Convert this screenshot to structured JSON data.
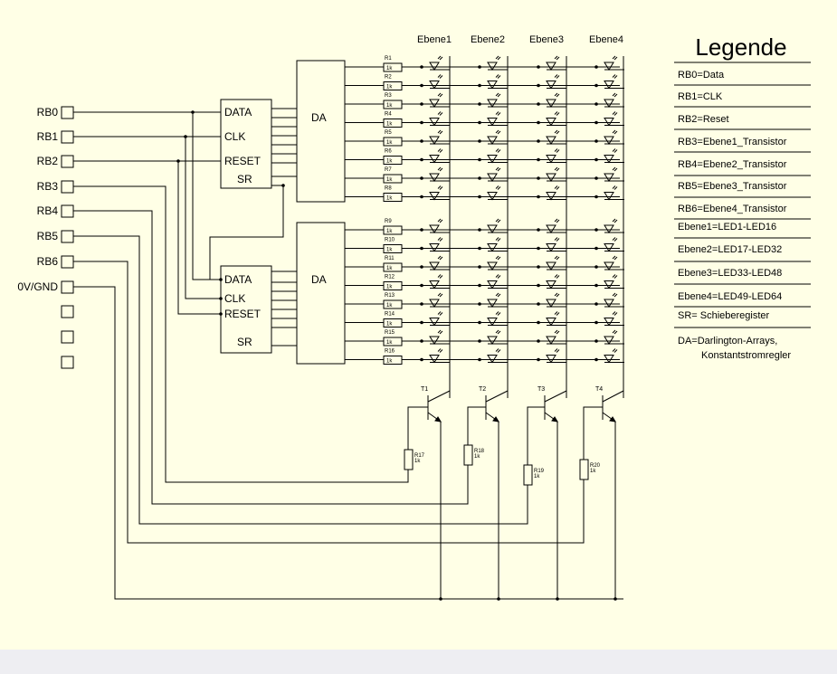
{
  "ports": [
    {
      "label": "RB0"
    },
    {
      "label": "RB1"
    },
    {
      "label": "RB2"
    },
    {
      "label": "RB3"
    },
    {
      "label": "RB4"
    },
    {
      "label": "RB5"
    },
    {
      "label": "RB6"
    },
    {
      "label": "0V/GND"
    },
    {
      "label": ""
    },
    {
      "label": ""
    },
    {
      "label": ""
    }
  ],
  "shift_registers": [
    {
      "pins": [
        "DATA",
        "CLK",
        "RESET",
        "SR"
      ]
    },
    {
      "pins": [
        "DATA",
        "CLK",
        "RESET",
        "SR"
      ]
    }
  ],
  "darlington_label": "DA",
  "columns": [
    "Ebene1",
    "Ebene2",
    "Ebene3",
    "Ebene4"
  ],
  "resistors": [
    {
      "name": "R1",
      "value": "1k"
    },
    {
      "name": "R2",
      "value": "1k"
    },
    {
      "name": "R3",
      "value": "1k"
    },
    {
      "name": "R4",
      "value": "1k"
    },
    {
      "name": "R5",
      "value": "1k"
    },
    {
      "name": "R6",
      "value": "1k"
    },
    {
      "name": "R7",
      "value": "1k"
    },
    {
      "name": "R8",
      "value": "1k"
    },
    {
      "name": "R9",
      "value": "1k"
    },
    {
      "name": "R10",
      "value": "1k"
    },
    {
      "name": "R11",
      "value": "1k"
    },
    {
      "name": "R12",
      "value": "1k"
    },
    {
      "name": "R13",
      "value": "1k"
    },
    {
      "name": "R14",
      "value": "1k"
    },
    {
      "name": "R15",
      "value": "1k"
    },
    {
      "name": "R16",
      "value": "1k"
    }
  ],
  "transistors": [
    {
      "name": "T1",
      "resistor": "R17",
      "value": "1k"
    },
    {
      "name": "T2",
      "resistor": "R18",
      "value": "1k"
    },
    {
      "name": "T3",
      "resistor": "R19",
      "value": "1k"
    },
    {
      "name": "T4",
      "resistor": "R20",
      "value": "1k"
    }
  ],
  "legend": {
    "title": "Legende",
    "items": [
      "RB0=Data",
      "RB1=CLK",
      "RB2=Reset",
      "RB3=Ebene1_Transistor",
      "RB4=Ebene2_Transistor",
      "RB5=Ebene3_Transistor",
      "RB6=Ebene4_Transistor",
      "Ebene1=LED1-LED16",
      "Ebene2=LED17-LED32",
      "Ebene3=LED33-LED48",
      "Ebene4=LED49-LED64",
      "SR= Schieberegister",
      "DA=Darlington-Arrays,",
      "Konstantstromregler"
    ]
  },
  "colors": {
    "background": "#ffffe6",
    "line": "#000000",
    "footer": "#eeeef2"
  }
}
